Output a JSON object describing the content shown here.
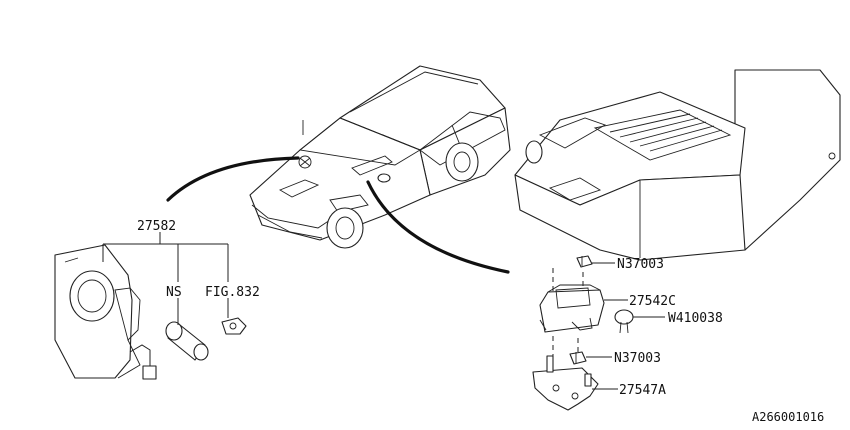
{
  "labels": {
    "clock_spring": "27582",
    "ns": "NS",
    "fig": "FIG.832",
    "nut_upper": "N37003",
    "sensor": "27542C",
    "clip": "W410038",
    "nut_lower": "N37003",
    "bracket": "27547A"
  },
  "diagram_id": "A266001016"
}
